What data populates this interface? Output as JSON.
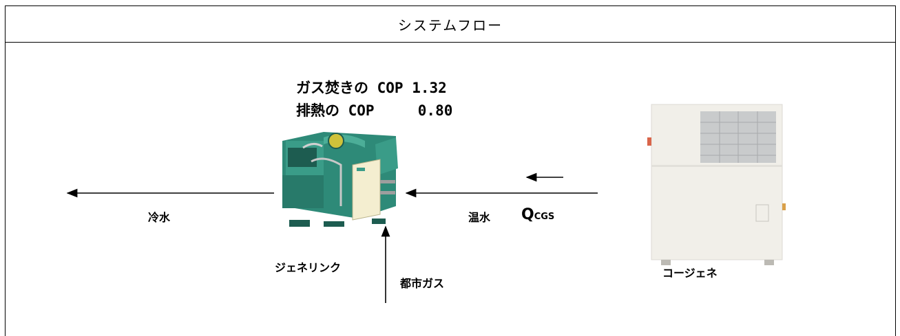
{
  "title": "システムフロー",
  "cop": {
    "gas_line": "ガス焚きの COP 1.32",
    "exhaust_line": "排熱の COP     0.80"
  },
  "labels": {
    "chilled_water": "冷水",
    "hot_water": "温水",
    "q_main": "Q",
    "q_sub": "CGS",
    "absorber": "ジェネリンク",
    "city_gas": "都市ガス",
    "cogeneration": "コージェネ"
  },
  "colors": {
    "machine_body": "#2e8a78",
    "machine_dark": "#1d5c50",
    "panel": "#f4eed0",
    "cgs_body": "#e9e7e2",
    "cgs_louver": "#c9cbcc"
  }
}
